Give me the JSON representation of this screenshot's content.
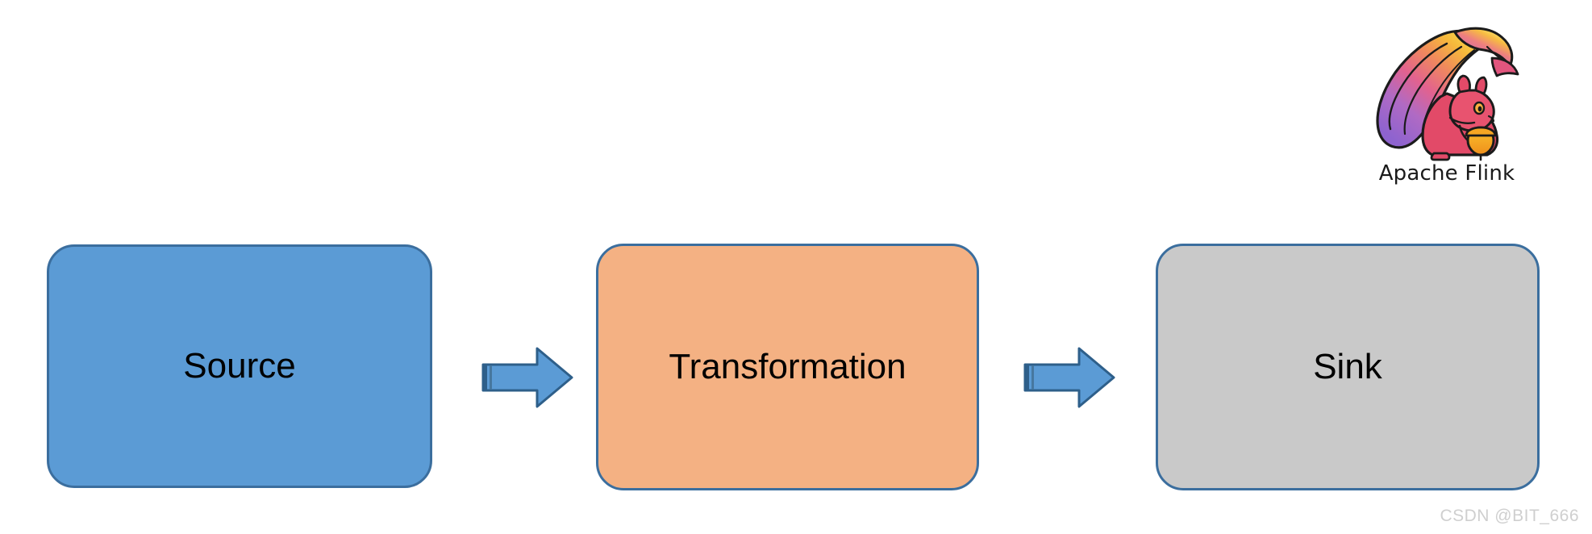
{
  "background_color": "#ffffff",
  "branding": {
    "logo_icon": "apache-flink-squirrel-logo",
    "caption": "Apache Flink",
    "colors": {
      "squirrel_body": "#e24a68",
      "tail_top": "#f6c344",
      "tail_mid": "#ef6f8f",
      "tail_bottom": "#9b6ad0",
      "acorn": "#f5a623",
      "outline": "#1b1b1b"
    }
  },
  "diagram": {
    "type": "flow",
    "nodes": [
      {
        "id": "source",
        "label": "Source",
        "fill": "#5b9bd5",
        "border": "#3b6e9e"
      },
      {
        "id": "transformation",
        "label": "Transformation",
        "fill": "#f4b183",
        "border": "#3b6e9e"
      },
      {
        "id": "sink",
        "label": "Sink",
        "fill": "#c9c9c9",
        "border": "#3b6e9e"
      }
    ],
    "connectors": [
      {
        "id": "arrow-1",
        "icon": "right-block-arrow-icon",
        "from": "source",
        "to": "transformation",
        "fill": "#5b9bd5",
        "border": "#2e5f8a"
      },
      {
        "id": "arrow-2",
        "icon": "right-block-arrow-icon",
        "from": "transformation",
        "to": "sink",
        "fill": "#5b9bd5",
        "border": "#2e5f8a"
      }
    ]
  },
  "watermark": {
    "text": "CSDN @BIT_666",
    "color": "#cfcfcf"
  }
}
